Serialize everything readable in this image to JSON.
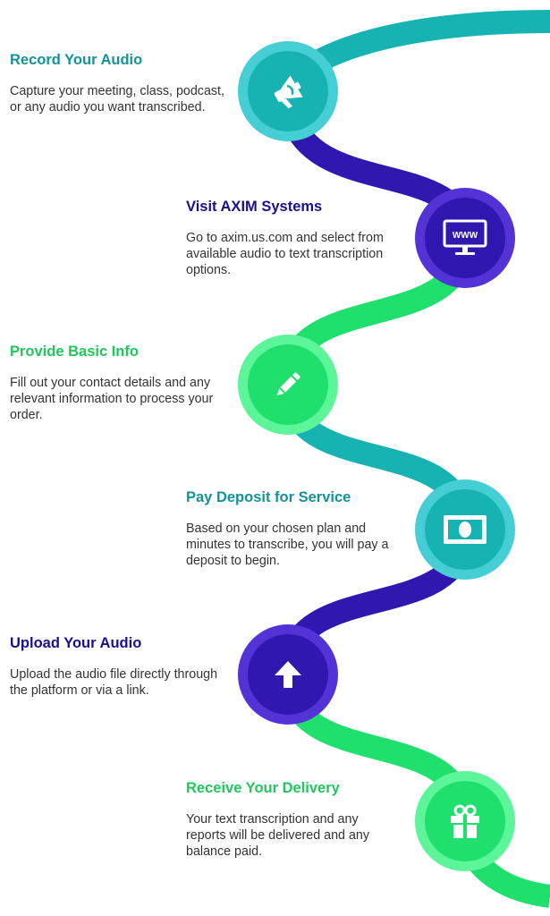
{
  "colors": {
    "teal": "#17b3b3",
    "teal_light": "#45ced4",
    "indigo": "#2f17b0",
    "indigo_light": "#5333d6",
    "green": "#1fe06c",
    "green_light": "#5cf59a",
    "heading_teal": "#12939a",
    "heading_indigo": "#1a0f90",
    "heading_green": "#1ec85a",
    "text": "#333333"
  },
  "steps": [
    {
      "title": "Record Your Audio",
      "description": "Capture your meeting, class, podcast, or any audio you want transcribed.",
      "icon": "megaphone-icon",
      "color": "teal"
    },
    {
      "title": "Visit AXIM Systems",
      "description": "Go to axim.us.com and select from available audio to text transcription options.",
      "icon": "monitor-www-icon",
      "icon_label": "WWW",
      "color": "indigo"
    },
    {
      "title": "Provide Basic Info",
      "description": "Fill out your contact details and any relevant information to process your order.",
      "icon": "pencil-icon",
      "color": "green"
    },
    {
      "title": "Pay Deposit for Service",
      "description": "Based on your chosen plan and minutes to transcribe, you will pay a deposit to begin.",
      "icon": "banknote-icon",
      "color": "teal"
    },
    {
      "title": "Upload Your Audio",
      "description": "Upload the audio file directly through the platform or via a link.",
      "icon": "arrow-up-icon",
      "color": "indigo"
    },
    {
      "title": "Receive Your Delivery",
      "description": "Your text transcription and any reports will be delivered and any balance paid.",
      "icon": "gift-icon",
      "color": "green"
    }
  ]
}
